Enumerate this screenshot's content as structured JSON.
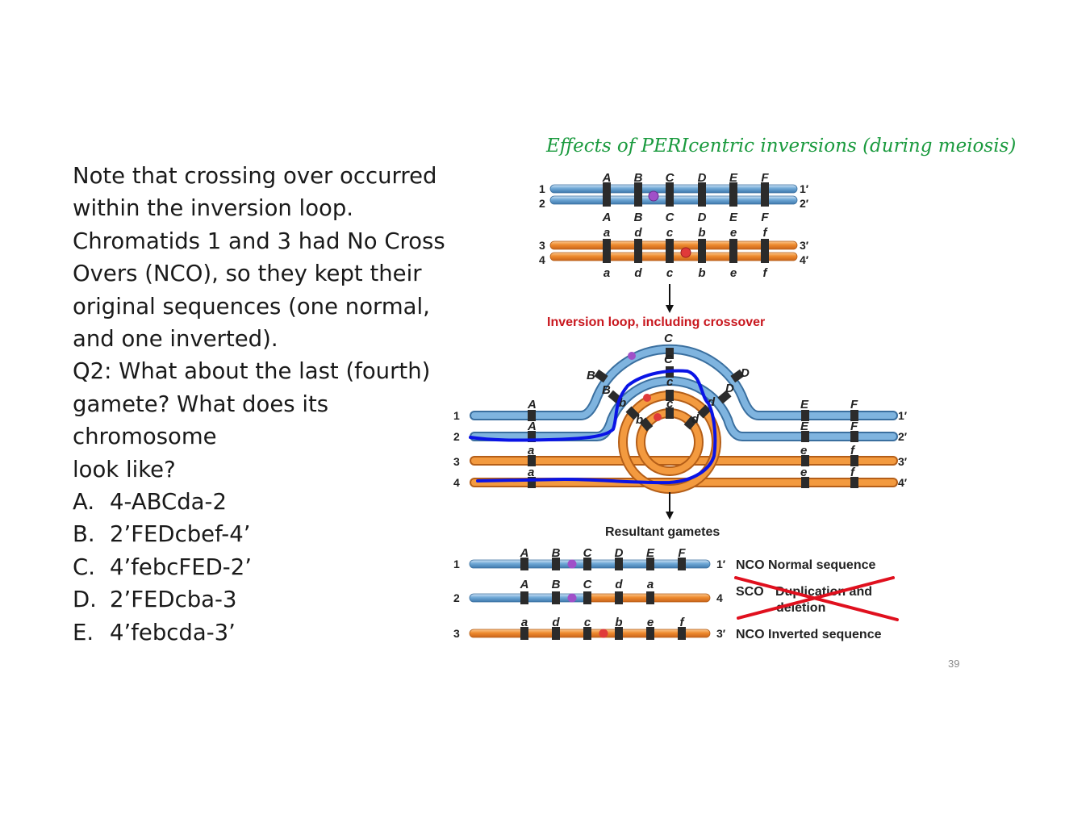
{
  "text_block": {
    "lines": [
      "Note that crossing over occurred",
      "within the inversion loop.",
      "Chromatids 1 and 3 had No Cross",
      "Overs (NCO), so they kept their",
      "original sequences (one normal,",
      "and one inverted).",
      "Q2: What about the last (fourth)",
      "gamete? What does its",
      "chromosome",
      "look like?"
    ],
    "options": [
      {
        "letter": "A.",
        "text": "4-ABCda-2"
      },
      {
        "letter": "B.",
        "text": "2’FEDcbef-4’"
      },
      {
        "letter": "C.",
        "text": "4’febcFED-2’"
      },
      {
        "letter": "D.",
        "text": "2’FEDcba-3"
      },
      {
        "letter": "E.",
        "text": "4’febcda-3’"
      }
    ]
  },
  "figure": {
    "title": "Effects of PERIcentric inversions (during meiosis)",
    "top": {
      "left_labels": [
        "1",
        "2",
        "3",
        "4"
      ],
      "right_labels": [
        "1′",
        "2′",
        "3′",
        "4′"
      ],
      "genes_upper_blue": [
        "A",
        "B",
        "C",
        "D",
        "E",
        "F"
      ],
      "genes_lower_blue": [
        "A",
        "B",
        "C",
        "D",
        "E",
        "F"
      ],
      "genes_upper_orange": [
        "a",
        "d",
        "c",
        "b",
        "e",
        "f"
      ],
      "genes_lower_orange": [
        "a",
        "d",
        "c",
        "b",
        "e",
        "f"
      ]
    },
    "loop": {
      "caption": "Inversion loop, including crossover",
      "left_labels": [
        "1",
        "2",
        "3",
        "4"
      ],
      "right_labels": [
        "1′",
        "2′",
        "3′",
        "4′"
      ],
      "outer_arch": [
        "B",
        "C",
        "D"
      ],
      "inner_arch": [
        "B",
        "C",
        "D"
      ],
      "ring_outer": [
        "b",
        "c",
        "d"
      ],
      "ring_inner": [
        "b",
        "c",
        "d"
      ],
      "left_genes": [
        "A",
        "A",
        "a",
        "a"
      ],
      "right_e": [
        "E",
        "E",
        "e",
        "e"
      ],
      "right_f": [
        "F",
        "F",
        "f",
        "f"
      ]
    },
    "gametes": {
      "caption": "Resultant gametes",
      "rows": [
        {
          "left": "1",
          "right": "1′",
          "genes": [
            "A",
            "B",
            "C",
            "D",
            "E",
            "F"
          ],
          "desc": "NCO Normal sequence"
        },
        {
          "left": "2",
          "right": "4",
          "genes": [
            "A",
            "B",
            "C",
            "d",
            "a"
          ],
          "desc_a": "SCO",
          "desc_b": "Duplication and",
          "desc_c": "deletion"
        },
        {
          "left": "3",
          "right": "3′",
          "genes": [
            "a",
            "d",
            "c",
            "b",
            "e",
            "f"
          ],
          "desc": "NCO Inverted sequence"
        }
      ]
    },
    "colors": {
      "blue_chromatid": "#6fa8d6",
      "orange_chromatid": "#ee8a2e",
      "band": "#2b2b2b",
      "title_green": "#1a9a3e",
      "caption_red": "#c8161d",
      "annotation_blue": "#0a14e6",
      "annotation_red": "#e0101e",
      "centromere_purple": "#a050c8",
      "centromere_red": "#e03a3a"
    }
  },
  "slide_number": "39"
}
